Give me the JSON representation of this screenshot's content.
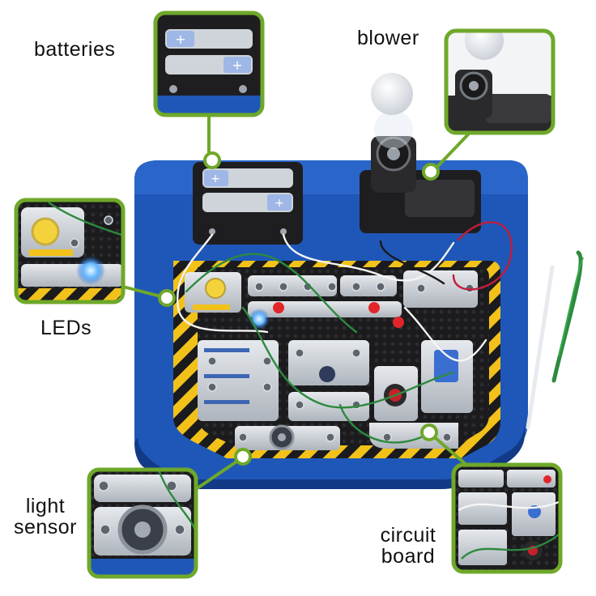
{
  "callouts": {
    "batteries": "batteries",
    "blower": "blower",
    "leds": "LEDs",
    "light_sensor": [
      "light",
      "sensor"
    ],
    "circuit_board": [
      "circuit",
      "board"
    ]
  },
  "colors": {
    "board_blue": "#1f57b8",
    "board_dark": "#123a86",
    "callout_green": "#6fa82a",
    "hazard_yellow": "#f2c21a",
    "panel_black": "#1b1b1d",
    "module_silver": "#cfd4da"
  }
}
